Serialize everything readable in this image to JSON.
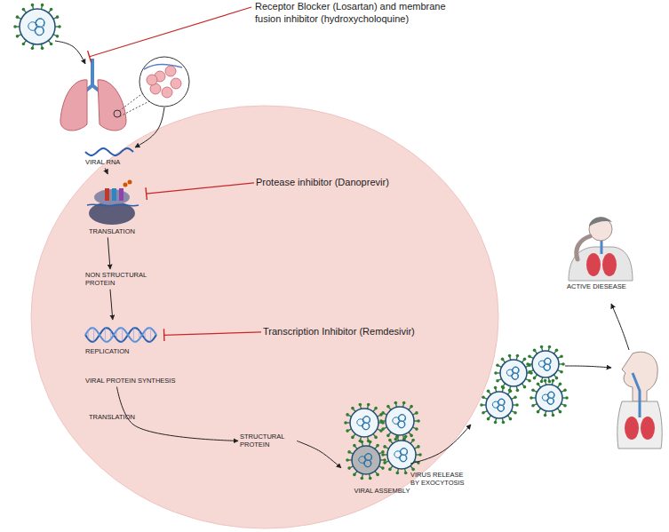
{
  "diagram": {
    "nodes": [
      {
        "text": [
          "Receptor Blocker (Losartan) and membrane fusion inhibitor (hydroxycholoquine)"
        ]
      },
      {
        "text": [
          "VIRAL RNA"
        ]
      },
      {
        "text": [
          "TRANSLATION"
        ]
      },
      {
        "text": [
          "Protease inhibitor (Danoprevir)"
        ]
      },
      {
        "text": [
          "NON STRUCTURAL PROTEIN"
        ]
      },
      {
        "text": [
          "Transcription Inhibitor (Remdesivir)"
        ]
      },
      {
        "text": [
          "REPLICATION"
        ]
      },
      {
        "text": [
          "VIRAL PROTEIN SYNTHESIS"
        ]
      },
      {
        "text": [
          "STRUCTURAL PROTEIN"
        ]
      },
      {
        "text": [
          "VIRAL ASSEMBLY"
        ]
      },
      {
        "text": [
          "ACTIVE DIESEASE"
        ]
      }
    ],
    "edges": [
      {
        "from": 1,
        "to": 2,
        "arrow": "to"
      },
      {
        "from": 2,
        "to": 4,
        "arrow": "to"
      },
      {
        "from": 4,
        "to": 6,
        "arrow": "to"
      },
      {
        "from": 3,
        "to": 2,
        "arrow": "to"
      },
      {
        "from": 5,
        "to": 6,
        "arrow": "to"
      },
      {
        "from": 7,
        "to": 8,
        "arrow": "to"
      },
      {
        "from": 8,
        "to": 9,
        "arrow": "to"
      }
    ],
    "labels": [
      "TRANSLATION",
      "VIRUS RELEASE BY EXOCYTOSIS"
    ]
  }
}
